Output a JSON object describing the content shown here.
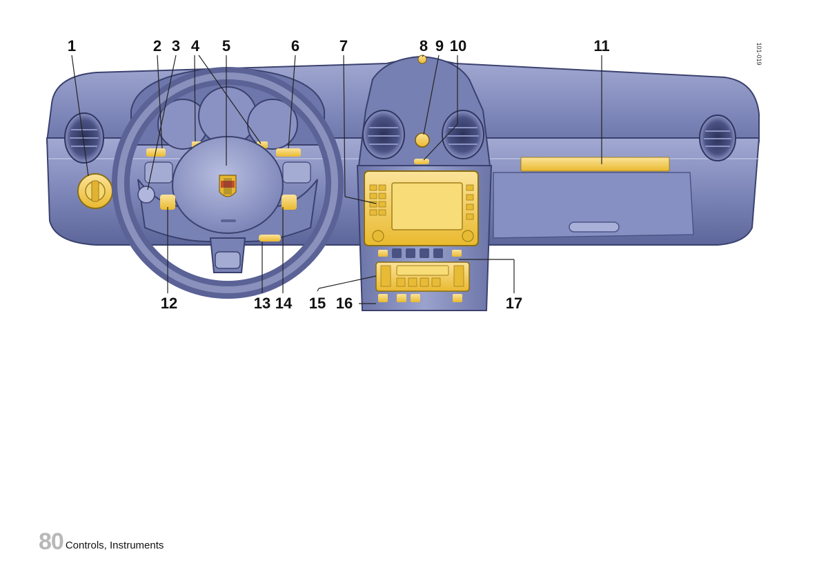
{
  "figure": {
    "code": "101-019",
    "callouts": [
      {
        "id": "c1",
        "text": "1"
      },
      {
        "id": "c2",
        "text": "2"
      },
      {
        "id": "c3",
        "text": "3"
      },
      {
        "id": "c4",
        "text": "4"
      },
      {
        "id": "c5",
        "text": "5"
      },
      {
        "id": "c6",
        "text": "6"
      },
      {
        "id": "c7",
        "text": "7"
      },
      {
        "id": "c8",
        "text": "8"
      },
      {
        "id": "c9",
        "text": "9"
      },
      {
        "id": "c10",
        "text": "10"
      },
      {
        "id": "c11",
        "text": "11"
      },
      {
        "id": "c12",
        "text": "12"
      },
      {
        "id": "c13",
        "text": "13"
      },
      {
        "id": "c14",
        "text": "14"
      },
      {
        "id": "c15",
        "text": "15"
      },
      {
        "id": "c16",
        "text": "16"
      },
      {
        "id": "c17",
        "text": "17"
      }
    ],
    "colors": {
      "dash": "#7d86b8",
      "dash_dark": "#565f92",
      "dash_light": "#a9b0d6",
      "highlight": "#f2c744",
      "highlight_light": "#f7de86",
      "outline": "#3a416e",
      "crest_red": "#c0392b"
    }
  },
  "footer": {
    "page_number": "80",
    "section_title": "Controls, Instruments"
  }
}
